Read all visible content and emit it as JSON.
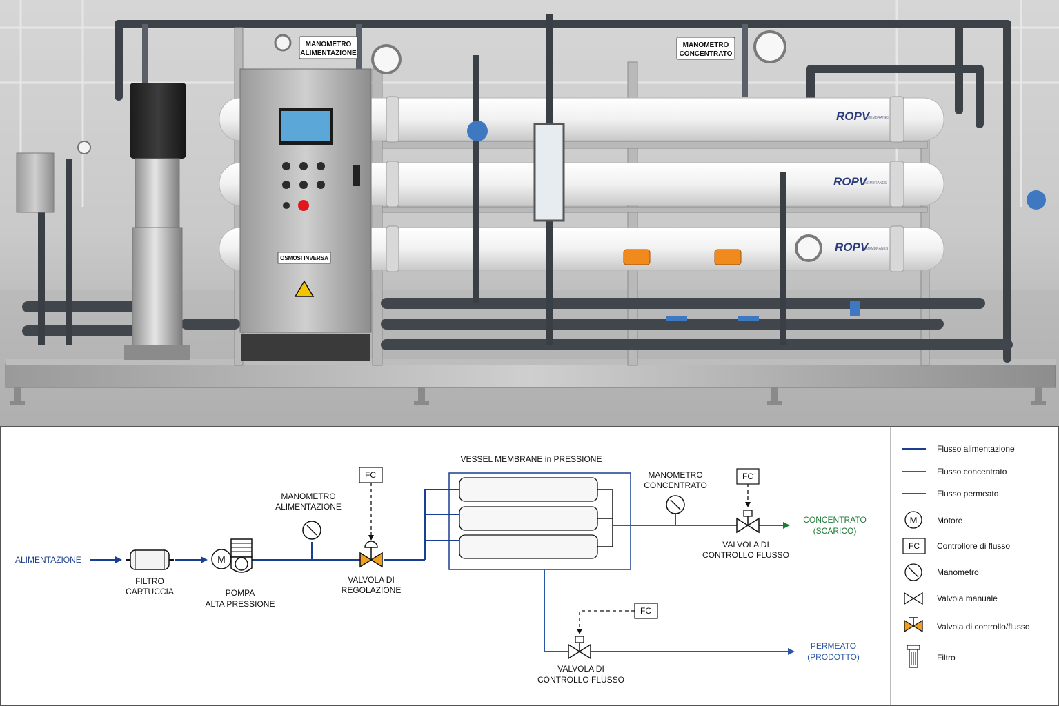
{
  "photo": {
    "labels": {
      "feed_gauge": [
        "MANOMETRO",
        "ALIMENTAZIONE"
      ],
      "conc_gauge": [
        "MANOMETRO",
        "CONCENTRATO"
      ],
      "panel": "OSMOSI INVERSA",
      "brand": "ROPV",
      "brand_sub": "MEMBRANES"
    }
  },
  "diagram": {
    "labels": {
      "inlet": "ALIMENTAZIONE",
      "filter": [
        "FILTRO",
        "CARTUCCIA"
      ],
      "pump": [
        "POMPA",
        "ALTA PRESSIONE"
      ],
      "motor_symbol": "M",
      "feed_gauge": [
        "MANOMETRO",
        "ALIMENTAZIONE"
      ],
      "reg_valve": [
        "VALVOLA DI",
        "REGOLAZIONE"
      ],
      "fc": "FC",
      "vessel": "VESSEL MEMBRANE in PRESSIONE",
      "conc_gauge": [
        "MANOMETRO",
        "CONCENTRATO"
      ],
      "conc_valve": [
        "VALVOLA DI",
        "CONTROLLO FLUSSO"
      ],
      "concentrate": [
        "CONCENTRATO",
        "(SCARICO)"
      ],
      "perm_valve": [
        "VALVOLA DI",
        "CONTROLLO FLUSSO"
      ],
      "permeate": [
        "PERMEATO",
        "(PRODOTTO)"
      ]
    },
    "colors": {
      "feed": "#1b3f8f",
      "concentrate": "#1c7a34",
      "permeate": "#2a56a8",
      "valve_fill": "#f0a020"
    }
  },
  "legend": {
    "items": [
      {
        "icon": "line-feed",
        "label": "Flusso alimentazione"
      },
      {
        "icon": "line-concentrate",
        "label": "Flusso concentrato"
      },
      {
        "icon": "line-permeate",
        "label": "Flusso permeato"
      },
      {
        "icon": "motor-symbol",
        "label": "Motore"
      },
      {
        "icon": "fc-symbol",
        "label": "Controllore di flusso"
      },
      {
        "icon": "gauge-symbol",
        "label": "Manometro"
      },
      {
        "icon": "manual-valve-symbol",
        "label": "Valvola manuale"
      },
      {
        "icon": "control-valve-symbol",
        "label": "Valvola di controllo/flusso"
      },
      {
        "icon": "filter-symbol",
        "label": "Filtro"
      }
    ]
  }
}
